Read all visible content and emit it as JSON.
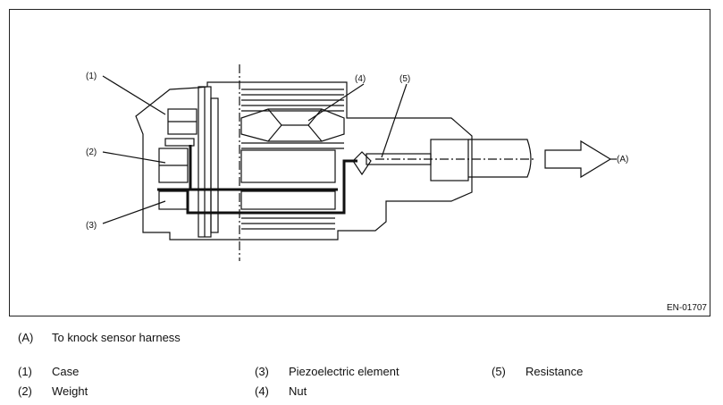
{
  "figure_id": "EN-01707",
  "callouts": {
    "c1": "(1)",
    "c2": "(2)",
    "c3": "(3)",
    "c4": "(4)",
    "c5": "(5)",
    "cA": "(A)"
  },
  "legend": {
    "a": {
      "key": "(A)",
      "text": "To knock sensor harness"
    },
    "items": [
      {
        "key": "(1)",
        "text": "Case"
      },
      {
        "key": "(2)",
        "text": "Weight"
      },
      {
        "key": "(3)",
        "text": "Piezoelectric element"
      },
      {
        "key": "(4)",
        "text": "Nut"
      },
      {
        "key": "(5)",
        "text": "Resistance"
      }
    ]
  }
}
